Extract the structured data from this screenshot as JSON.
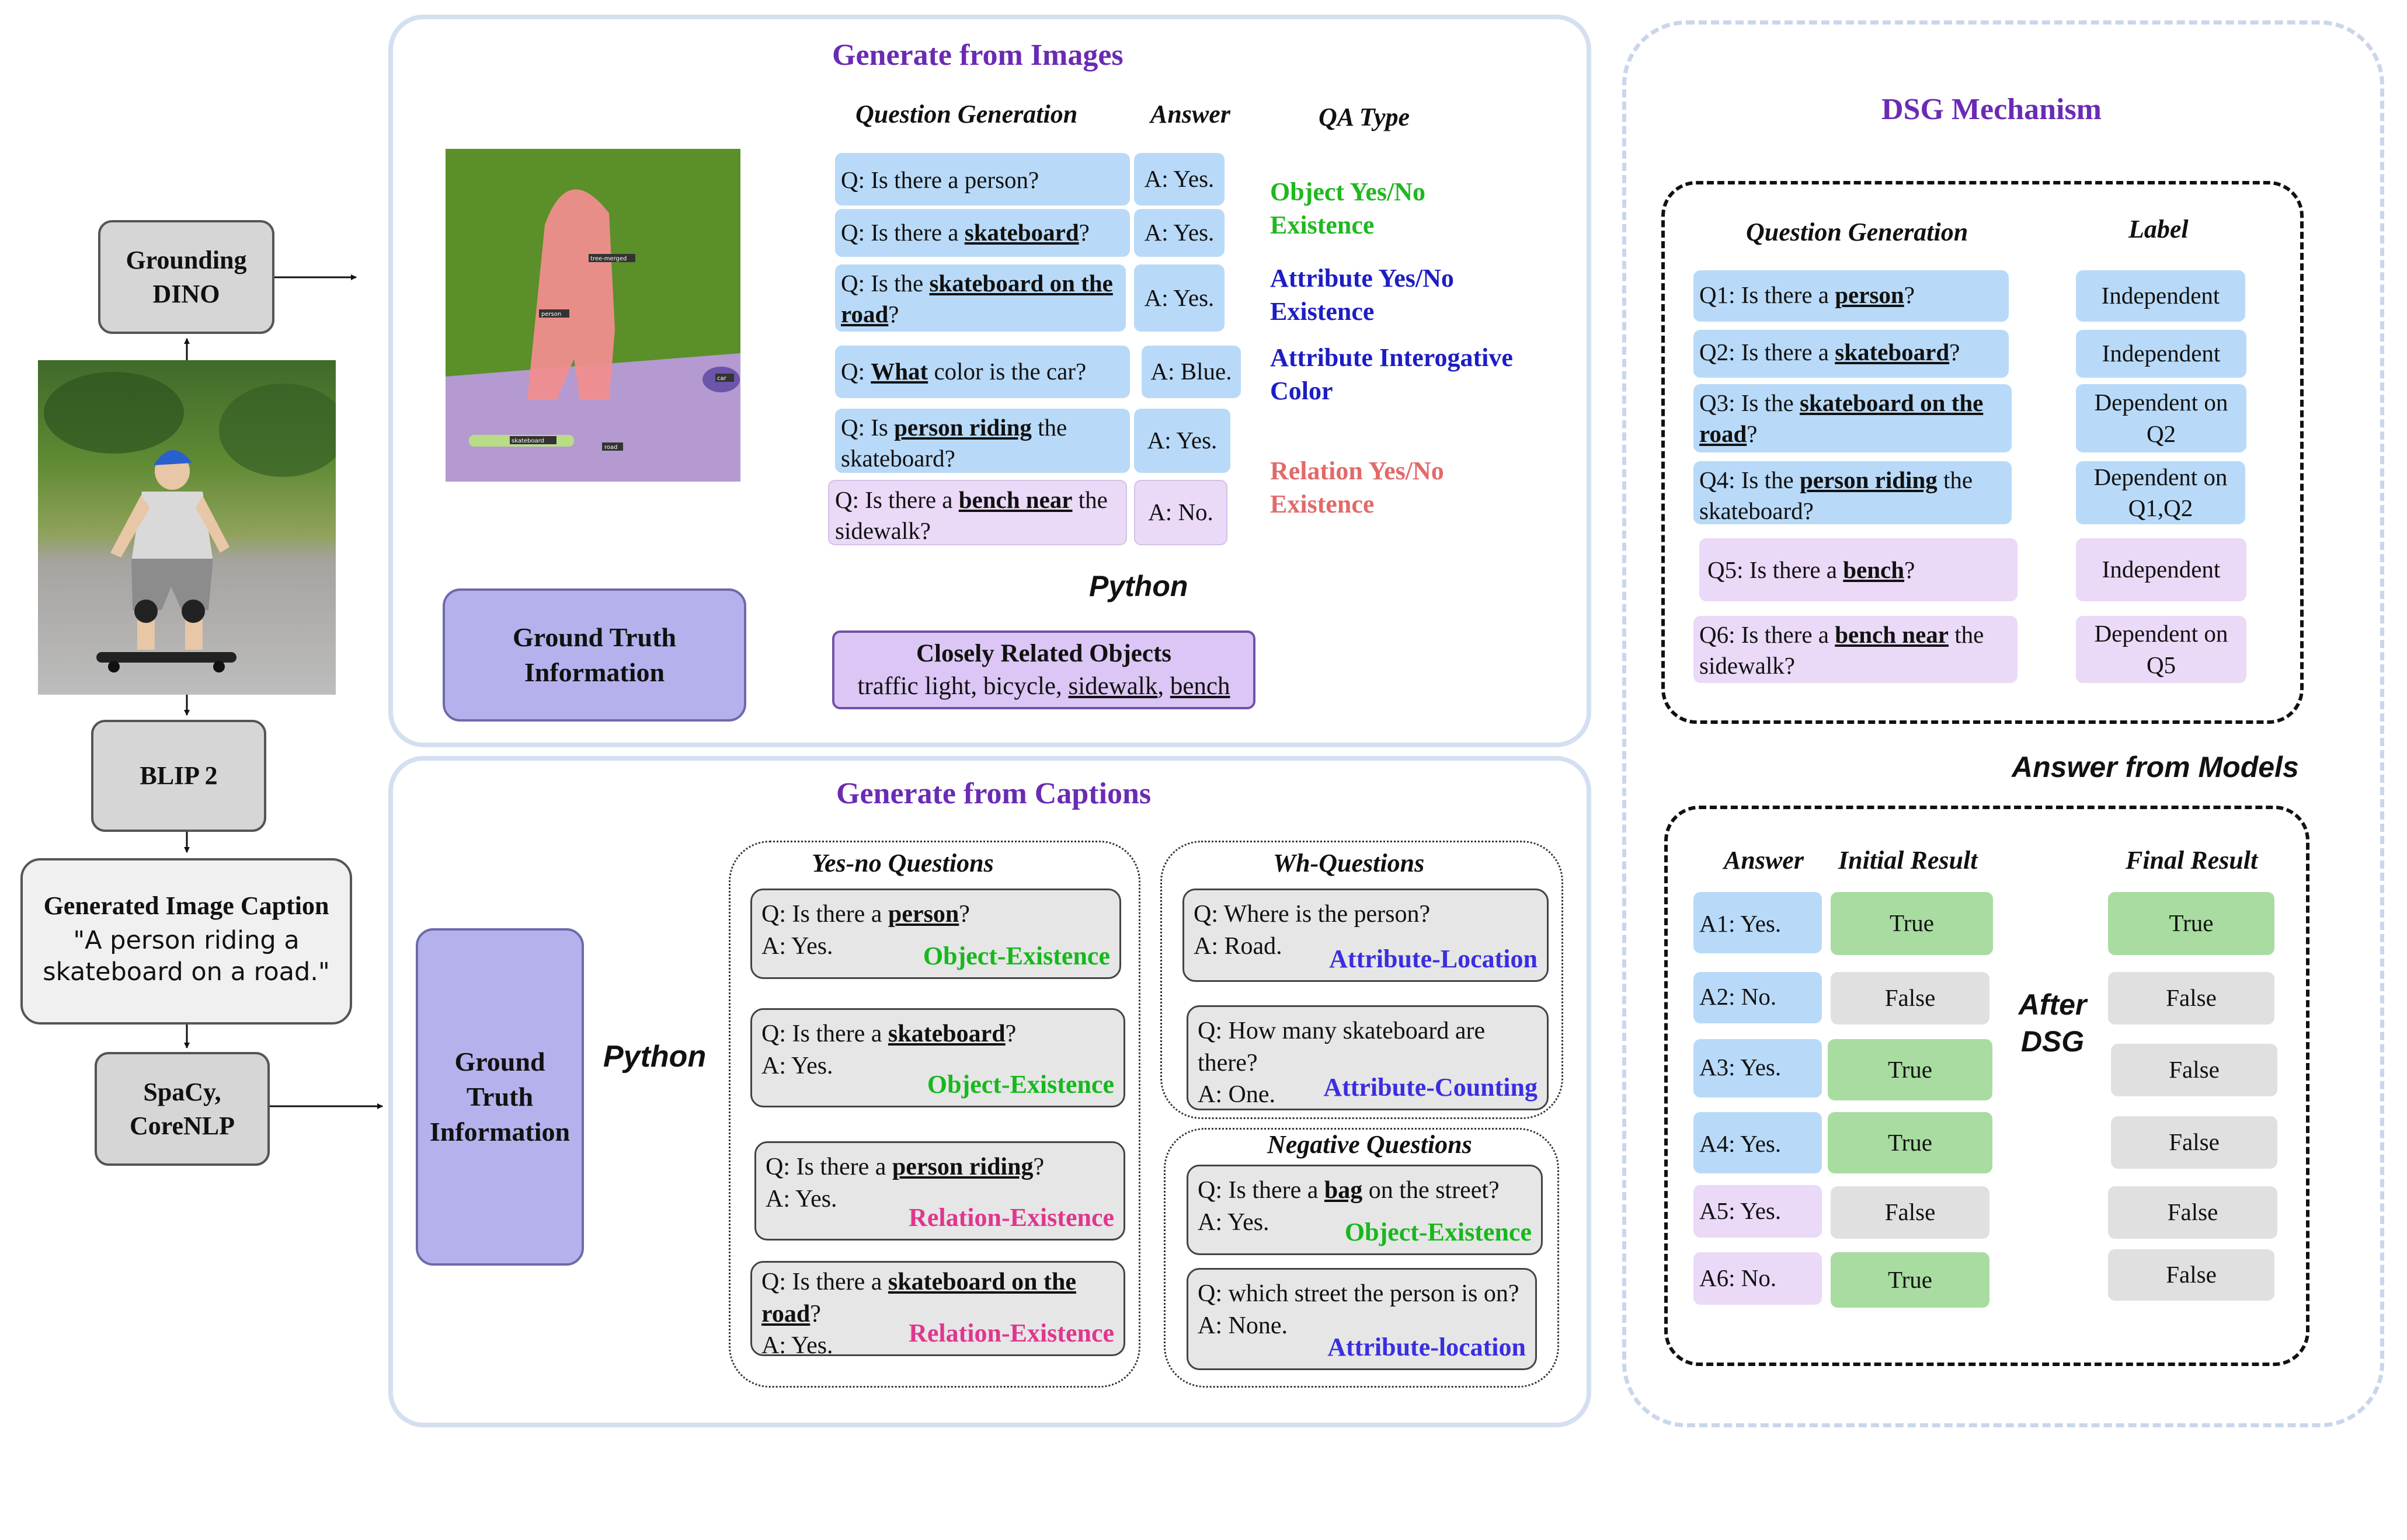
{
  "left": {
    "grounding_dino": "Grounding DINO",
    "blip2": "BLIP 2",
    "caption_title": "Generated Image Caption",
    "caption_text": "\"A person riding a skateboard on a road.\"",
    "spacy": "SpaCy, CoreNLP"
  },
  "images": {
    "title": "Generate from Images",
    "headers": {
      "qg": "Question Generation",
      "answer": "Answer",
      "qa_type": "QA Type"
    },
    "seg_labels": {
      "tree": "tree-merged",
      "person": "person",
      "car": "car",
      "skateboard": "skateboard",
      "road": "road"
    },
    "questions": [
      {
        "pre": "Q: Is there a person?",
        "answer": "A: Yes."
      },
      {
        "pre": "Q: Is there a ",
        "u": "skateboard",
        "post": "?",
        "answer": "A: Yes."
      },
      {
        "pre": "Q: Is the ",
        "u": "skateboard on the road",
        "post": "?",
        "answer": "A: Yes."
      },
      {
        "pre": "Q: ",
        "u": "What",
        "post": " color is the car?",
        "answer": "A: Blue."
      },
      {
        "pre": "Q: Is ",
        "u": "person riding",
        "post": " the skateboard?",
        "answer": "A: Yes."
      },
      {
        "pre": "Q: Is there a ",
        "u": "bench near",
        "post": " the sidewalk?",
        "answer": "A: No."
      }
    ],
    "types": [
      {
        "text": "Object Yes/No Existence",
        "color": "#1fb81f"
      },
      {
        "text": "Attribute Yes/No Existence",
        "color": "#1d1dc4"
      },
      {
        "text": "Attribute Interogative Color",
        "color": "#1d1dc4"
      },
      {
        "text": "Relation Yes/No Existence",
        "color": "#e26a6a"
      }
    ],
    "gt": "Ground Truth Information",
    "python": "Python",
    "closely_title": "Closely Related Objects",
    "closely_pre": "traffic light, bicycle, ",
    "closely_u1": "sidewalk",
    "closely_sep": ", ",
    "closely_u2": "bench"
  },
  "captions": {
    "title": "Generate from Captions",
    "gt": "Ground Truth Information",
    "python": "Python",
    "yesno_header": "Yes-no Questions",
    "wh_header": "Wh-Questions",
    "neg_header": "Negative Questions",
    "yesno": [
      {
        "pre": "Q: Is there a ",
        "u": "person",
        "post": "?",
        "answer": "A: Yes.",
        "tag": "Object-Existence",
        "color": "#17b81d"
      },
      {
        "pre": "Q: Is there a ",
        "u": "skateboard",
        "post": "?",
        "answer": "A: Yes.",
        "tag": "Object-Existence",
        "color": "#17b81d"
      },
      {
        "pre": "Q: Is there a ",
        "u": "person riding",
        "post": "?",
        "answer": "A: Yes.",
        "tag": "Relation-Existence",
        "color": "#e0368e"
      },
      {
        "pre": "Q: Is there a ",
        "u": "skateboard on the road",
        "post": "?",
        "answer": "A: Yes.",
        "tag": "Relation-Existence",
        "color": "#e0368e"
      }
    ],
    "wh": [
      {
        "q": "Q: Where is the person?",
        "answer": "A: Road.",
        "tag": "Attribute-Location",
        "color": "#3a2ee0"
      },
      {
        "q": "Q: How many skateboard are there?",
        "answer": "A: One.",
        "tag": "Attribute-Counting",
        "color": "#3a2ee0"
      }
    ],
    "neg": [
      {
        "pre": "Q: Is there a ",
        "u": "bag",
        "post": " on the street?",
        "answer": "A: Yes.",
        "tag": "Object-Existence",
        "color": "#17b81d"
      },
      {
        "q": "Q: which street the person is on?",
        "answer": "A: None.",
        "tag": "Attribute-location",
        "color": "#3a2ee0"
      }
    ]
  },
  "dsg": {
    "title": "DSG Mechanism",
    "qg_header": "Question Generation",
    "label_header": "Label",
    "questions": [
      {
        "pre": "Q1: Is there a ",
        "u": "person",
        "post": "?",
        "label": "Independent"
      },
      {
        "pre": "Q2: Is there a ",
        "u": "skateboard",
        "post": "?",
        "label": "Independent"
      },
      {
        "pre": "Q3: Is the ",
        "u": "skateboard on the road",
        "post": "?",
        "label": "Dependent on Q2"
      },
      {
        "pre": "Q4: Is the ",
        "u": "person riding",
        "post": " the skateboard?",
        "label": "Dependent on Q1,Q2"
      },
      {
        "pre": "Q5: Is there a ",
        "u": "bench",
        "post": "?",
        "label": "Independent"
      },
      {
        "pre": "Q6: Is there a ",
        "u": "bench near",
        "post": " the sidewalk?",
        "label": "Dependent on Q5"
      }
    ],
    "answer_from_models": "Answer from Models",
    "answer_header": "Answer",
    "initial_header": "Initial Result",
    "final_header": "Final Result",
    "after_dsg": "After DSG",
    "rows": [
      {
        "answer": "A1: Yes.",
        "initial": "True",
        "final": "True"
      },
      {
        "answer": "A2: No.",
        "initial": "False",
        "final": "False"
      },
      {
        "answer": "A3: Yes.",
        "initial": "True",
        "final": "False"
      },
      {
        "answer": "A4: Yes.",
        "initial": "True",
        "final": "False"
      },
      {
        "answer": "A5: Yes.",
        "initial": "False",
        "final": "False"
      },
      {
        "answer": "A6: No.",
        "initial": "True",
        "final": "False"
      }
    ]
  }
}
